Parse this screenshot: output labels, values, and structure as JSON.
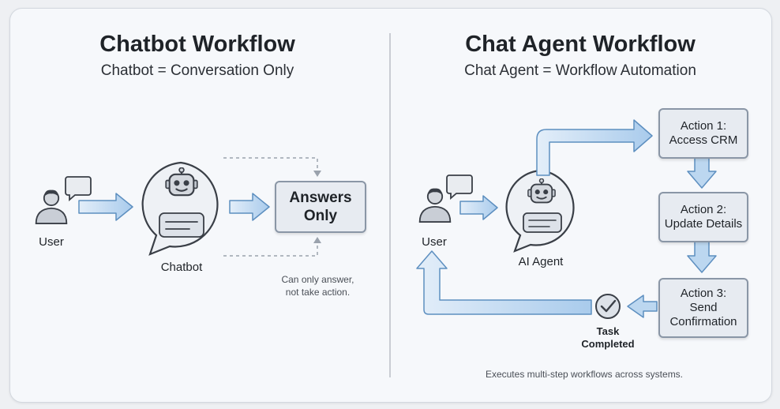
{
  "left": {
    "title": "Chatbot Workflow",
    "subtitle": "Chatbot = Conversation Only",
    "user_label": "User",
    "bot_label": "Chatbot",
    "answers_box": [
      "Answers",
      "Only"
    ],
    "note": [
      "Can only answer,",
      "not take action."
    ]
  },
  "right": {
    "title": "Chat Agent Workflow",
    "subtitle": "Chat Agent = Workflow Automation",
    "user_label": "User",
    "agent_label": "AI Agent",
    "actions": [
      {
        "lines": [
          "Action 1:",
          "Access CRM"
        ]
      },
      {
        "lines": [
          "Action 2:",
          "Update Details"
        ]
      },
      {
        "lines": [
          "Action 3:",
          "Send",
          "Confirmation"
        ]
      }
    ],
    "task": [
      "Task",
      "Completed"
    ],
    "footer": "Executes multi-step workflows across systems."
  },
  "colors": {
    "arrow_fill": "#bcd7f0",
    "arrow_stroke": "#5d8fc0",
    "box_fill": "#e7ebf1",
    "box_border": "#8a96a6",
    "icon_stroke": "#3a3f47"
  },
  "icons": [
    "user-icon",
    "speech-bubble-icon",
    "robot-icon",
    "chat-bubble-icon",
    "checkmark-icon"
  ]
}
